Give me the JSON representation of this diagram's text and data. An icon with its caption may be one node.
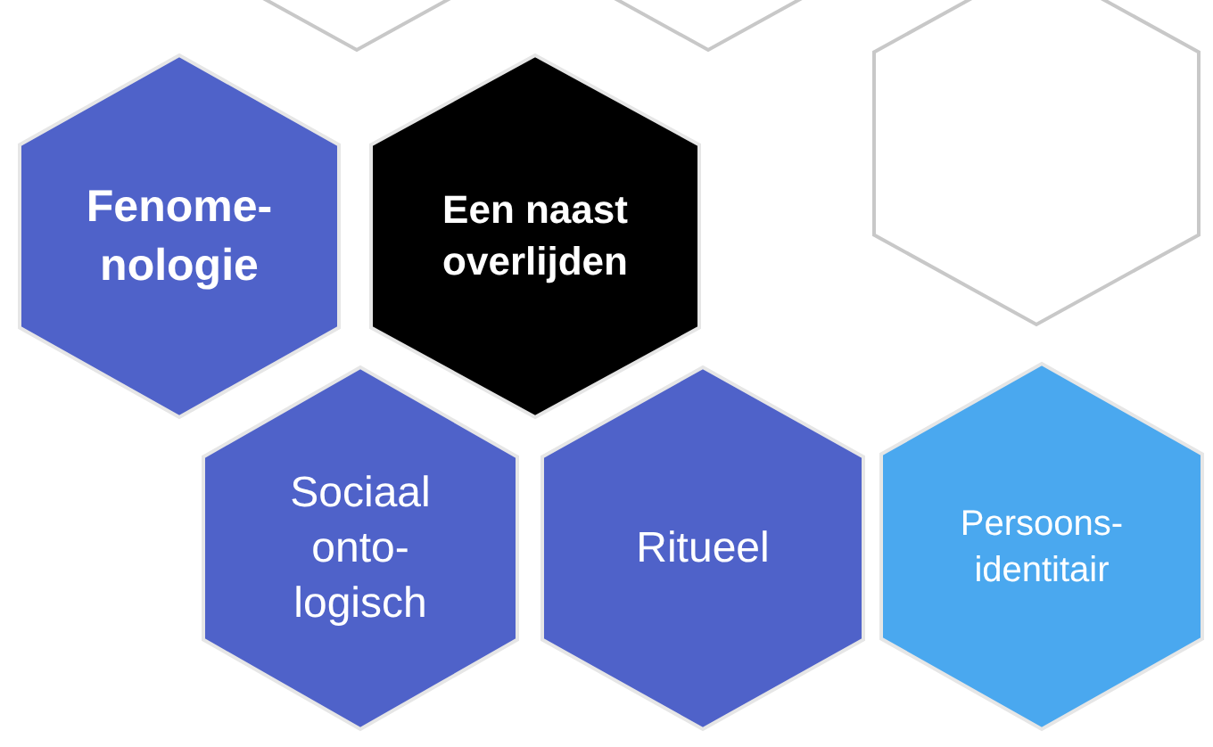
{
  "diagram": {
    "nodes": [
      {
        "text": [],
        "shape": "hexagon"
      },
      {
        "text": [],
        "shape": "hexagon"
      },
      {
        "text": [
          "Fenome- nologie"
        ]
      },
      {
        "text": [
          "Een naast overlijden"
        ]
      },
      {
        "text": [],
        "shape": "hexagon"
      },
      {
        "text": [
          "Sociaal onto- logisch"
        ]
      },
      {
        "text": [
          "Ritueel"
        ]
      },
      {
        "text": [
          "Persoons- identitair"
        ]
      }
    ],
    "edges": []
  }
}
